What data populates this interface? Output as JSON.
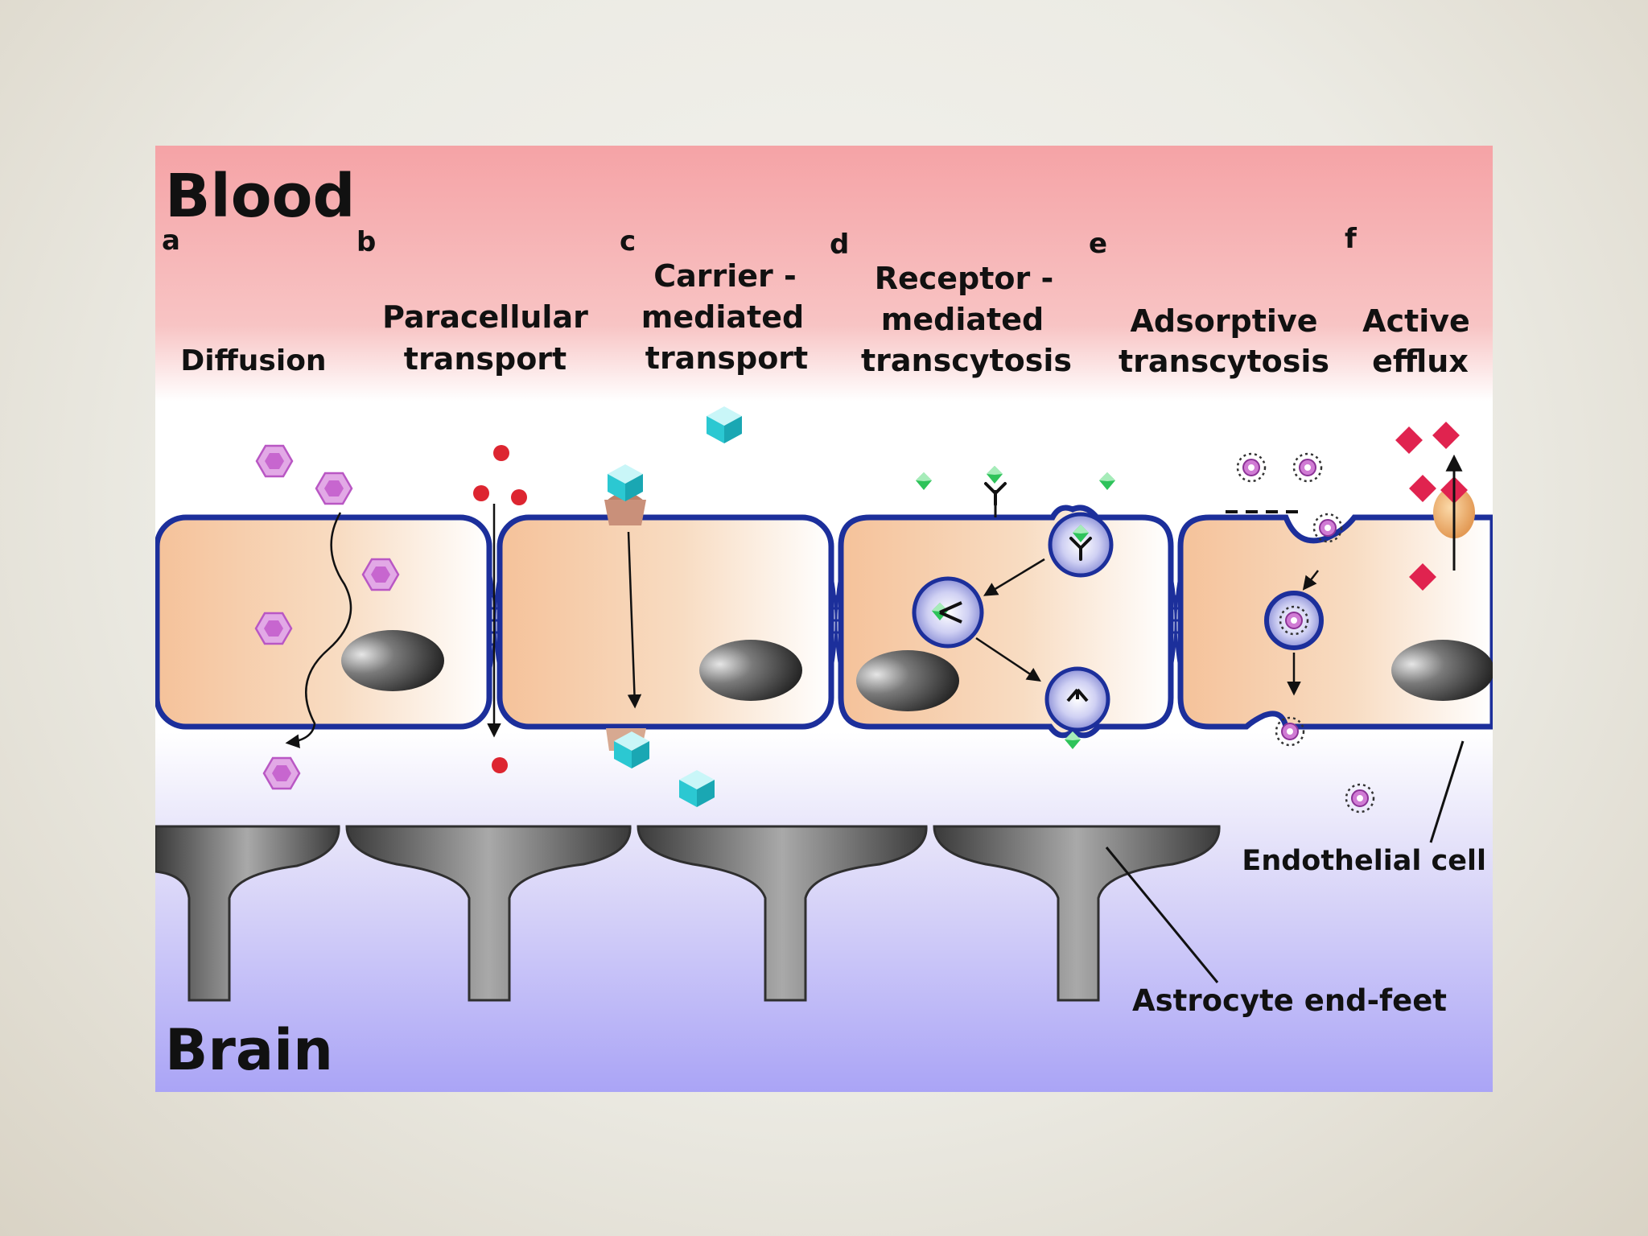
{
  "regions": {
    "top": "Blood",
    "bottom": "Brain"
  },
  "mechanisms": [
    {
      "letter": "a",
      "lines": [
        "Diffusion"
      ]
    },
    {
      "letter": "b",
      "lines": [
        "Paracellular",
        "transport"
      ]
    },
    {
      "letter": "c",
      "lines": [
        "Carrier -",
        "mediated",
        "transport"
      ]
    },
    {
      "letter": "d",
      "lines": [
        "Receptor -",
        "mediated",
        "transcytosis"
      ]
    },
    {
      "letter": "e",
      "lines": [
        "Adsorptive",
        "transcytosis"
      ]
    },
    {
      "letter": "f",
      "lines": [
        "Active",
        "efflux"
      ]
    }
  ],
  "callouts": {
    "endothelial": "Endothelial cell",
    "astrocyte": "Astrocyte end-feet"
  },
  "colors": {
    "blood": "#f5a3a6",
    "brain": "#aaa4f6",
    "membrane": "#1c2f9b",
    "cytoplasm": "#f5c9a2",
    "hexagon": "#d67ed8",
    "red_particle": "#dd2530",
    "cube": "#2bc8d2",
    "green_ligand": "#2ec35a",
    "efflux_diamond": "#e0234f",
    "carrier_protein": "#bc8068",
    "nucleus": "#2e2e2e",
    "astrocyte": "#5e5e5e"
  }
}
